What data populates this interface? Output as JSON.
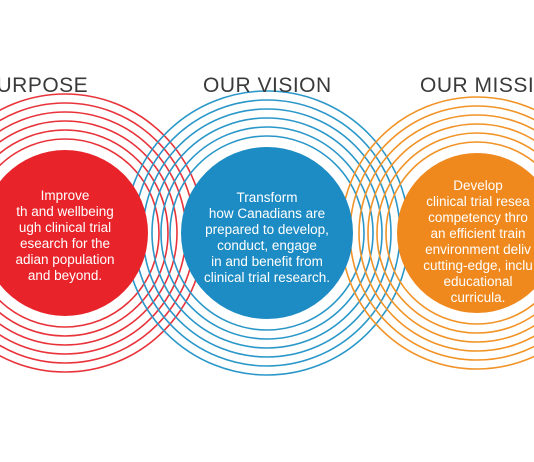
{
  "diagram": {
    "colors": {
      "purpose": "#e8232a",
      "purpose_ring": "#e8333a",
      "vision": "#1e8cc4",
      "vision_ring": "#2a97c9",
      "mission": "#f0891d",
      "mission_ring": "#f19326",
      "heading_text": "#3a3a3a",
      "background": "#ffffff"
    },
    "purpose": {
      "heading": "R PURPOSE",
      "lines": [
        "Improve",
        "th and wellbeing",
        "ugh clinical trial",
        "esearch for the",
        "adian population",
        "and beyond."
      ]
    },
    "vision": {
      "heading": "OUR VISION",
      "lines": [
        "Transform",
        "how Canadians are",
        "prepared to develop,",
        "conduct, engage",
        "in and benefit from",
        "clinical trial research."
      ]
    },
    "mission": {
      "heading": "OUR MISSI",
      "lines": [
        "Develop",
        "clinical trial resea",
        "competency thro",
        "an efficient train",
        "environment deliv",
        "cutting-edge, inclu",
        "educational",
        "curricula."
      ]
    }
  }
}
